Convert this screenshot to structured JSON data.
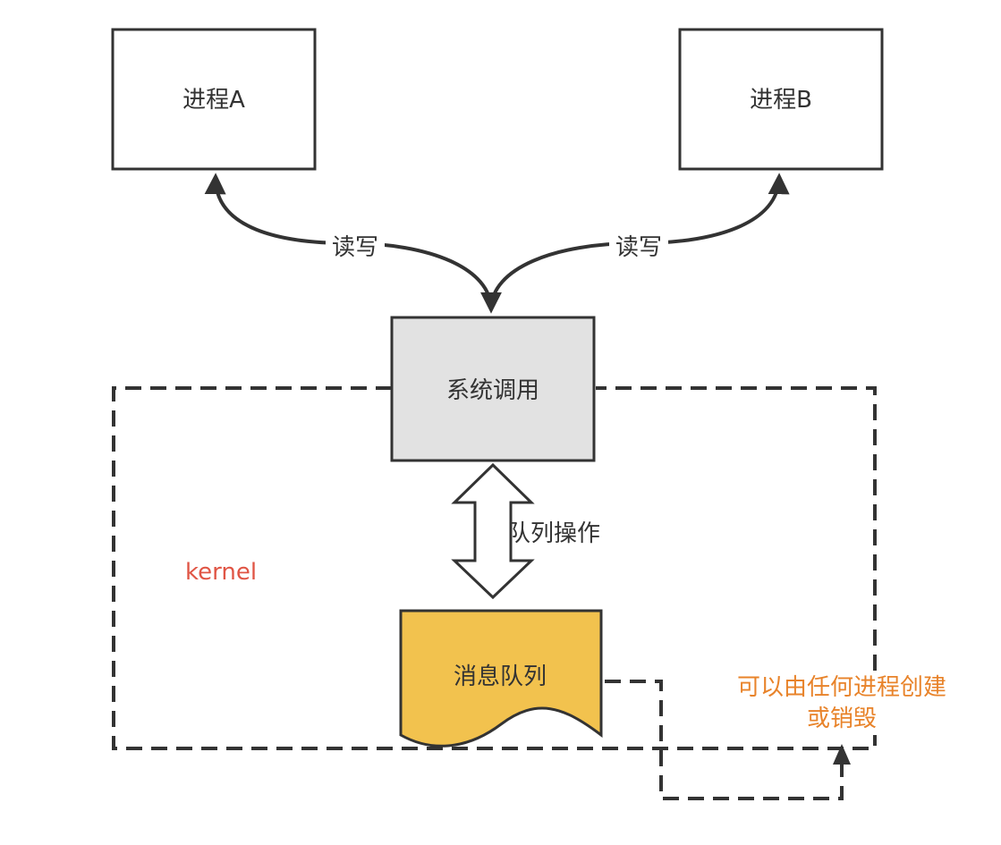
{
  "nodes": {
    "process_a": "进程A",
    "process_b": "进程B",
    "syscall": "系统调用",
    "message_queue": "消息队列"
  },
  "edges": {
    "rw_left": "读写",
    "rw_right": "读写",
    "queue_op": "队列操作"
  },
  "labels": {
    "kernel": "kernel",
    "note_line1": "可以由任何进程创建",
    "note_line2": "或销毁"
  },
  "colors": {
    "stroke": "#333333",
    "syscall_fill": "#e2e2e2",
    "queue_fill": "#f2c24e",
    "kernel_text": "#e05545",
    "note_text": "#e8832a"
  }
}
